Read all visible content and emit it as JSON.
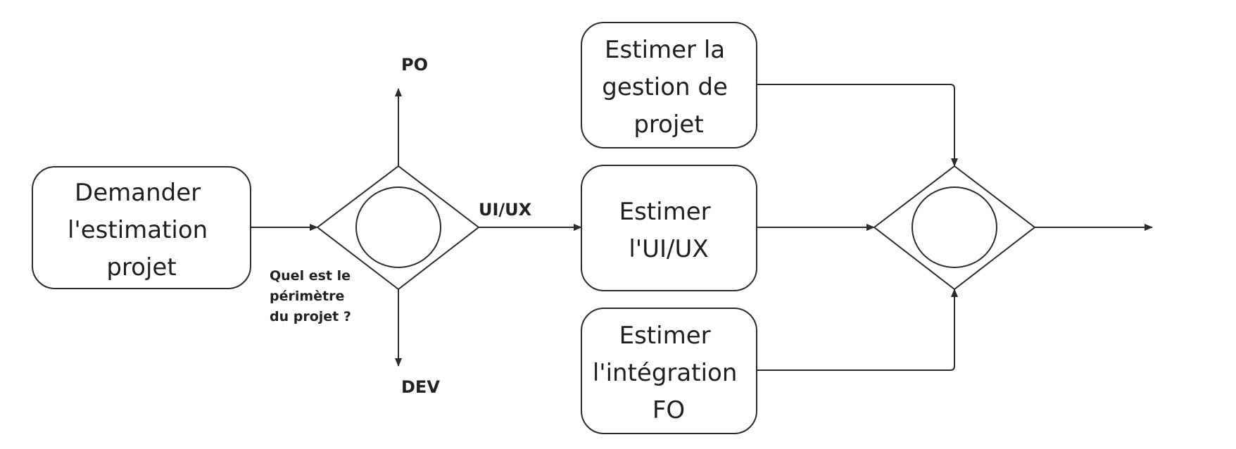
{
  "diagram": {
    "tasks": {
      "request": [
        "Demander",
        "l'estimation",
        "projet"
      ],
      "pm": [
        "Estimer la",
        "gestion de",
        "projet"
      ],
      "uiux": [
        "Estimer",
        "l'UI/UX"
      ],
      "integration": [
        "Estimer",
        "l'intégration",
        "FO"
      ]
    },
    "branch_labels": {
      "po": "PO",
      "uiux": "UI/UX",
      "dev": "DEV"
    },
    "gateway_question": [
      "Quel est le",
      "périmètre",
      "du projet ?"
    ]
  }
}
